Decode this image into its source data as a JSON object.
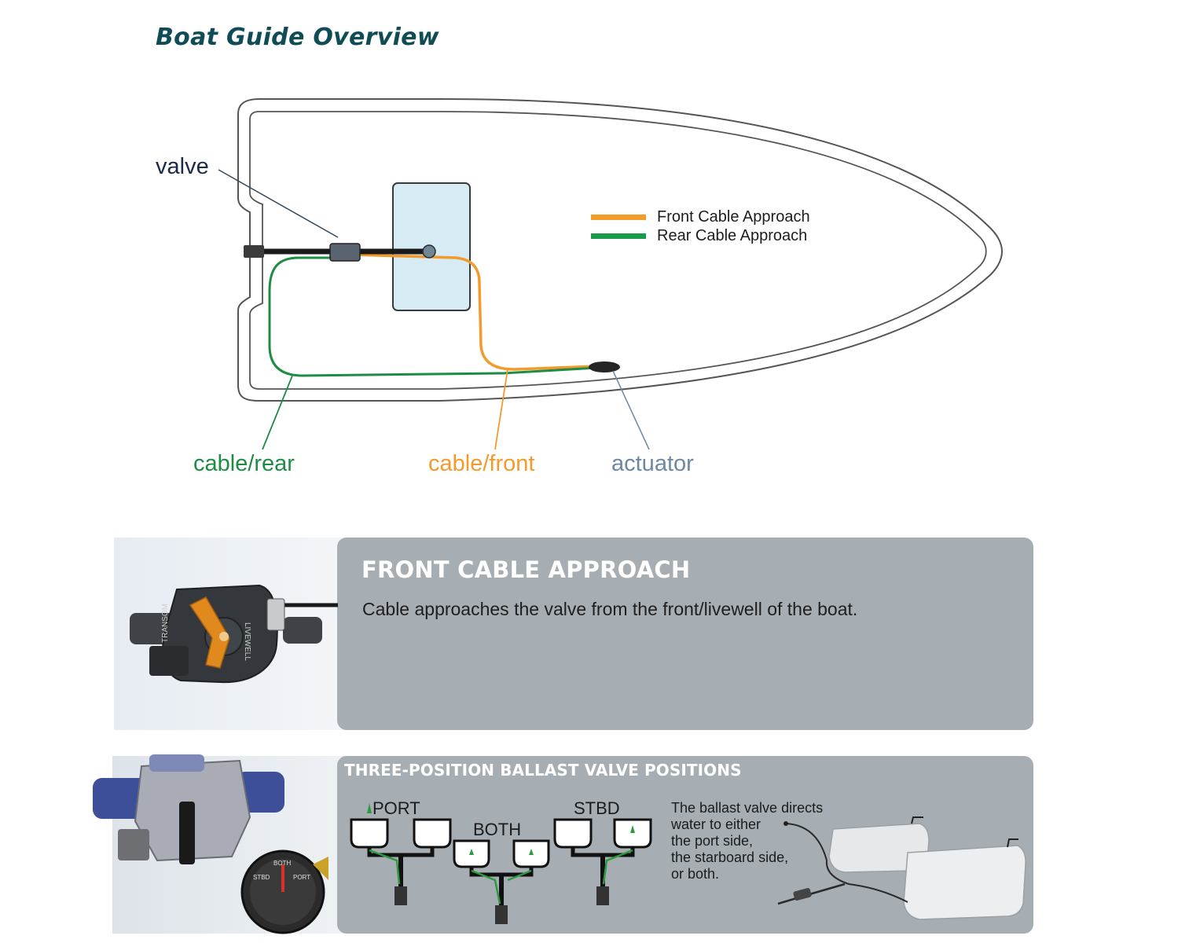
{
  "title": "Boat Guide Overview",
  "callouts": {
    "valve": "valve",
    "cable_rear": "cable/rear",
    "cable_front": "cable/front",
    "actuator": "actuator"
  },
  "legend": [
    {
      "label": "Front Cable Approach",
      "color": "#f39a2c"
    },
    {
      "label": "Rear Cable Approach",
      "color": "#199b4a"
    }
  ],
  "colors": {
    "front_cable": "#f39a2c",
    "rear_cable": "#1e8c45",
    "title": "#0f4c55",
    "valve_label": "#1b2a4a",
    "actuator_label": "#6c88a5",
    "panel_grey": "#a7aeb3"
  },
  "front_panel": {
    "title": "FRONT CABLE APPROACH",
    "description": "Cable approaches the valve from the front/livewell of the boat.",
    "valve_labels": [
      "TRANSOM",
      "LIVEWELL"
    ]
  },
  "three_position_panel": {
    "title": "THREE-POSITION BALLAST VALVE POSITIONS",
    "positions": [
      "PORT",
      "BOTH",
      "STBD"
    ],
    "description_lines": [
      "The ballast valve directs",
      "water to either",
      "the port side,",
      "the starboard side,",
      "or both."
    ],
    "dial_labels": [
      "STBD",
      "BOTH",
      "PORT"
    ]
  }
}
